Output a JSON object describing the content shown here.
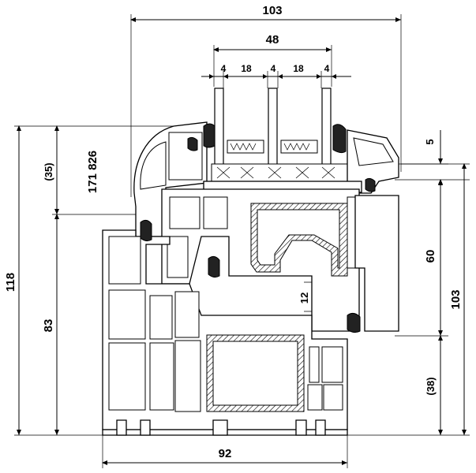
{
  "drawing": {
    "dimensions": {
      "top_width": "103",
      "glass_pack": "48",
      "pane_1": "4",
      "gap_1": "18",
      "pane_2": "4",
      "gap_2": "18",
      "pane_3": "4",
      "rebate_5": "5",
      "sash_height_35": "(35)",
      "profile_code": "171 826",
      "total_height": "118",
      "frame_83": "83",
      "sash_60": "60",
      "frame_right_103": "103",
      "overlap_12": "12",
      "frame_38": "(38)",
      "bottom_width": "92"
    }
  }
}
